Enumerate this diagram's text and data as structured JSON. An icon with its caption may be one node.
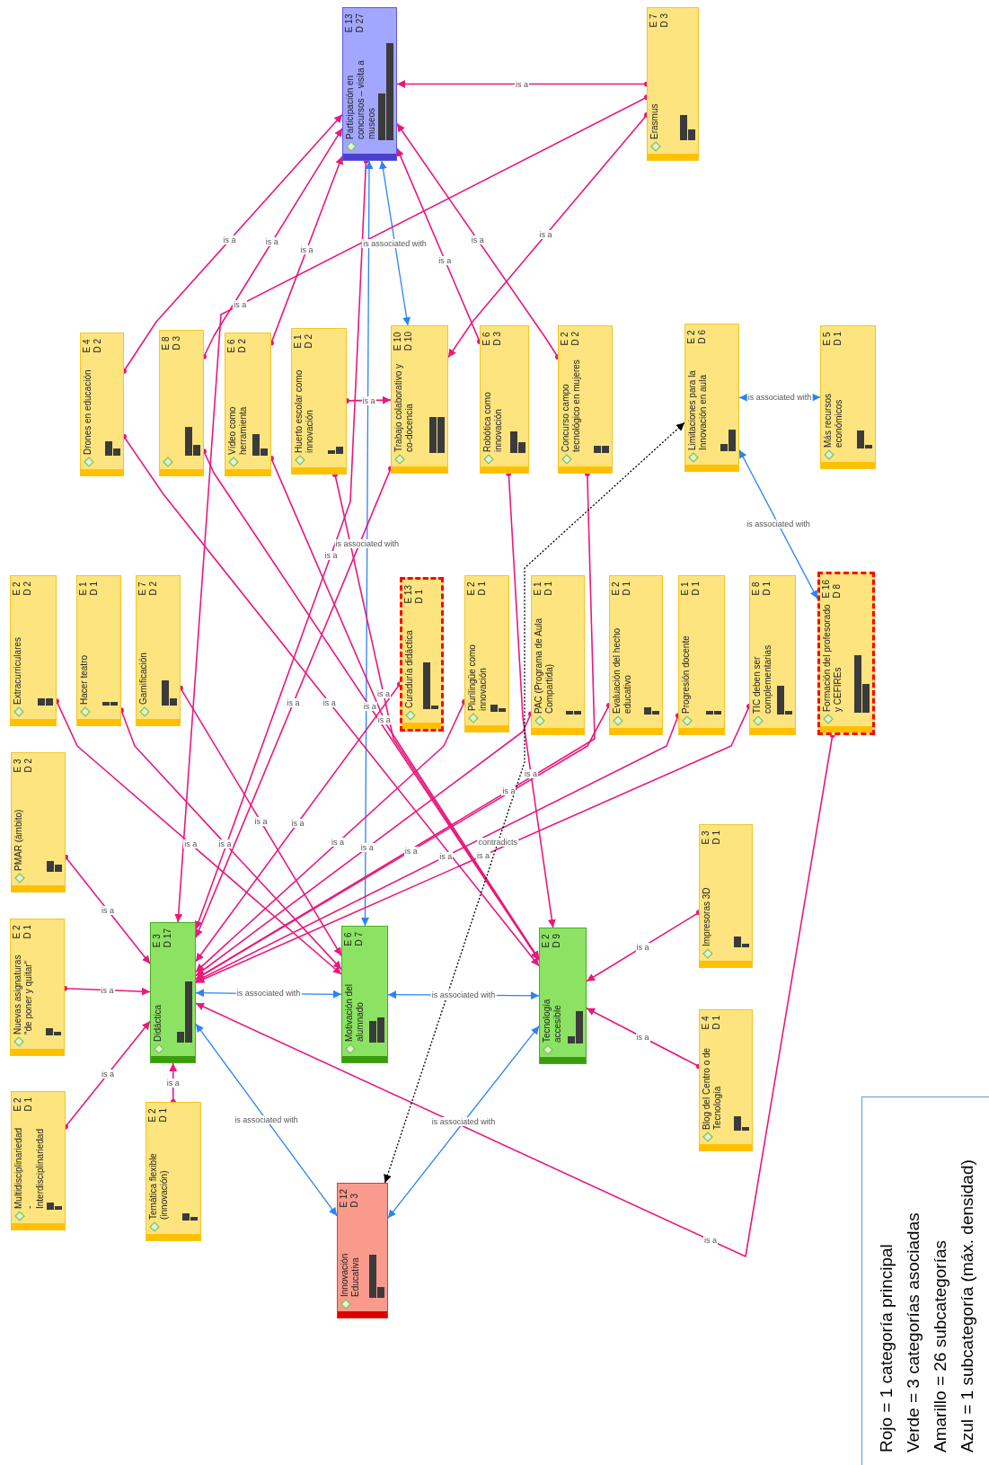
{
  "diagram": {
    "nodes": [
      {
        "text": [
          "Participación en concursos – visita a museos",
          "E 13",
          "D 27"
        ]
      },
      {
        "text": [
          "Erasmus",
          "E 7",
          "D 3"
        ]
      },
      {
        "text": [
          "Drones en educación",
          "E 4",
          "D 2"
        ]
      },
      {
        "text": [
          "E 8",
          "D 3"
        ]
      },
      {
        "text": [
          "Vídeo como herramienta",
          "E 6",
          "D 2"
        ]
      },
      {
        "text": [
          "Huerto escolar como innovación",
          "E 1",
          "D 2"
        ]
      },
      {
        "text": [
          "Trabajo colaborativo y co-docencia",
          "E 10",
          "D 10"
        ]
      },
      {
        "text": [
          "Robótica como innovación",
          "E 6",
          "D 3"
        ]
      },
      {
        "text": [
          "Concurso campo tecnológico en mujeres",
          "E 2",
          "D 2"
        ]
      },
      {
        "text": [
          "Limitaciones para la Innovación en aula",
          "E 2",
          "D 6"
        ]
      },
      {
        "text": [
          "Más recursos económicos",
          "E 5",
          "D 1"
        ]
      },
      {
        "text": [
          "Extracurriculares",
          "E 2",
          "D 2"
        ]
      },
      {
        "text": [
          "Hacer teatro",
          "E 1",
          "D 1"
        ]
      },
      {
        "text": [
          "Gamificación",
          "E 7",
          "D 2"
        ]
      },
      {
        "text": [
          "Curaduría didáctica",
          "E 13",
          "D 1"
        ]
      },
      {
        "text": [
          "Plurilingüe como innovación",
          "E 2",
          "D 1"
        ]
      },
      {
        "text": [
          "PAC (Programa de Aula Compartida)",
          "E 1",
          "D 1"
        ]
      },
      {
        "text": [
          "Evaluación del hecho educativo",
          "E 2",
          "D 1"
        ]
      },
      {
        "text": [
          "Progresión docente",
          "E 1",
          "D 1"
        ]
      },
      {
        "text": [
          "TIC deben ser complementarias",
          "E 8",
          "D 1"
        ]
      },
      {
        "text": [
          "Formación del profesorado y CEFIREs",
          "E 16",
          "D 8"
        ]
      },
      {
        "text": [
          "PMAR (ámbito)",
          "E 3",
          "D 2"
        ]
      },
      {
        "text": [
          "Impresoras 3D",
          "E 3",
          "D 1"
        ]
      },
      {
        "text": [
          "Nuevas asignaturas \"de poner y quitar\"",
          "E 2",
          "D 1"
        ]
      },
      {
        "text": [
          "Didáctica",
          "E 3",
          "D 17"
        ]
      },
      {
        "text": [
          "Motivación del alumnado",
          "E 6",
          "D 7"
        ]
      },
      {
        "text": [
          "Tecnología accesible",
          "E 2",
          "D 9"
        ]
      },
      {
        "text": [
          "Multidisciplinariedad - Interdisciplinariedad",
          "E 2",
          "D 1"
        ]
      },
      {
        "text": [
          "Temática flexible (innovación)",
          "E 2",
          "D 1"
        ]
      },
      {
        "text": [
          "Blog del Centro o de Tecnología",
          "E 4",
          "D 1"
        ]
      },
      {
        "text": [
          "Innovación Educativa",
          "E 12",
          "D 3"
        ]
      }
    ],
    "edges": [
      {
        "from": 2,
        "to": 0,
        "arrow": "to",
        "label": "is a"
      },
      {
        "from": 3,
        "to": 0,
        "arrow": "to",
        "label": "is a"
      },
      {
        "from": 4,
        "to": 0,
        "arrow": "to",
        "label": "is a"
      },
      {
        "from": 0,
        "to": 24,
        "arrow": "to",
        "label": "is a"
      },
      {
        "from": 6,
        "to": 0,
        "arrow": "both",
        "label": "is associated with",
        "color": "#2b83f6"
      },
      {
        "from": 0,
        "to": 25,
        "arrow": "both",
        "label": "is associated with",
        "color": "#2b83f6"
      },
      {
        "from": 7,
        "to": 0,
        "arrow": "to",
        "label": "is a"
      },
      {
        "from": 8,
        "to": 0,
        "arrow": "to",
        "label": "is a"
      },
      {
        "from": 1,
        "to": 0,
        "arrow": "to",
        "label": "is a"
      },
      {
        "from": 1,
        "to": 6,
        "arrow": "to",
        "label": "is a"
      },
      {
        "from": 1,
        "to": 24,
        "arrow": "to",
        "label": "is a"
      },
      {
        "from": 5,
        "to": 6,
        "arrow": "to",
        "label": "is a"
      },
      {
        "from": 2,
        "to": 26,
        "arrow": "to",
        "label": "is a"
      },
      {
        "from": 3,
        "to": 26,
        "arrow": "to",
        "label": "is a"
      },
      {
        "from": 4,
        "to": 26,
        "arrow": "to",
        "label": "is a"
      },
      {
        "from": 5,
        "to": 26,
        "arrow": "to",
        "label": "is a"
      },
      {
        "from": 6,
        "to": 24,
        "arrow": "to",
        "label": "is a"
      },
      {
        "from": 7,
        "to": 26,
        "arrow": "to",
        "label": "is a"
      },
      {
        "from": 8,
        "to": 24,
        "arrow": "to",
        "label": "is a"
      },
      {
        "from": 20,
        "to": 9,
        "arrow": "both",
        "label": "is associated with",
        "color": "#2b83f6"
      },
      {
        "from": 9,
        "to": 10,
        "arrow": "both",
        "label": "is associated with",
        "color": "#2b83f6"
      },
      {
        "from": 11,
        "to": 25,
        "arrow": "to",
        "label": "is a"
      },
      {
        "from": 12,
        "to": 25,
        "arrow": "to",
        "label": "is a"
      },
      {
        "from": 13,
        "to": 25,
        "arrow": "to",
        "label": "is a"
      },
      {
        "from": 21,
        "to": 24,
        "arrow": "to",
        "label": "is a"
      },
      {
        "from": 14,
        "to": 24,
        "arrow": "to",
        "label": "is a"
      },
      {
        "from": 15,
        "to": 24,
        "arrow": "to",
        "label": "is a"
      },
      {
        "from": 16,
        "to": 24,
        "arrow": "to",
        "label": "is a"
      },
      {
        "from": 17,
        "to": 24,
        "arrow": "to",
        "label": "is a"
      },
      {
        "from": 18,
        "to": 24,
        "arrow": "to",
        "label": "is a"
      },
      {
        "from": 19,
        "to": 24,
        "arrow": "to",
        "label": "is a"
      },
      {
        "from": 20,
        "to": 24,
        "arrow": "to",
        "label": "is a"
      },
      {
        "from": 30,
        "to": 9,
        "arrow": "both",
        "label": "contradicts",
        "style": "dashed",
        "color": "#000000"
      },
      {
        "from": 23,
        "to": 24,
        "arrow": "to",
        "label": "is a"
      },
      {
        "from": 27,
        "to": 24,
        "arrow": "to",
        "label": "is a"
      },
      {
        "from": 28,
        "to": 24,
        "arrow": "to",
        "label": "is a"
      },
      {
        "from": 24,
        "to": 25,
        "arrow": "both",
        "label": "is associated with",
        "color": "#2b83f6"
      },
      {
        "from": 25,
        "to": 26,
        "arrow": "both",
        "label": "is associated with",
        "color": "#2b83f6"
      },
      {
        "from": 24,
        "to": 30,
        "arrow": "both",
        "label": "is associated with",
        "color": "#2b83f6"
      },
      {
        "from": 26,
        "to": 30,
        "arrow": "both",
        "label": "is associated with",
        "color": "#2b83f6"
      },
      {
        "from": 22,
        "to": 26,
        "arrow": "to",
        "label": "is a"
      },
      {
        "from": 29,
        "to": 26,
        "arrow": "to",
        "label": "is a"
      }
    ],
    "labels": [
      "Rojo = 1 categoría principal",
      "Verde = 3 categorías asociadas",
      "Amarillo = 26 subcategorías",
      "Azul = 1 subcategoría (máx. densidad)"
    ]
  }
}
